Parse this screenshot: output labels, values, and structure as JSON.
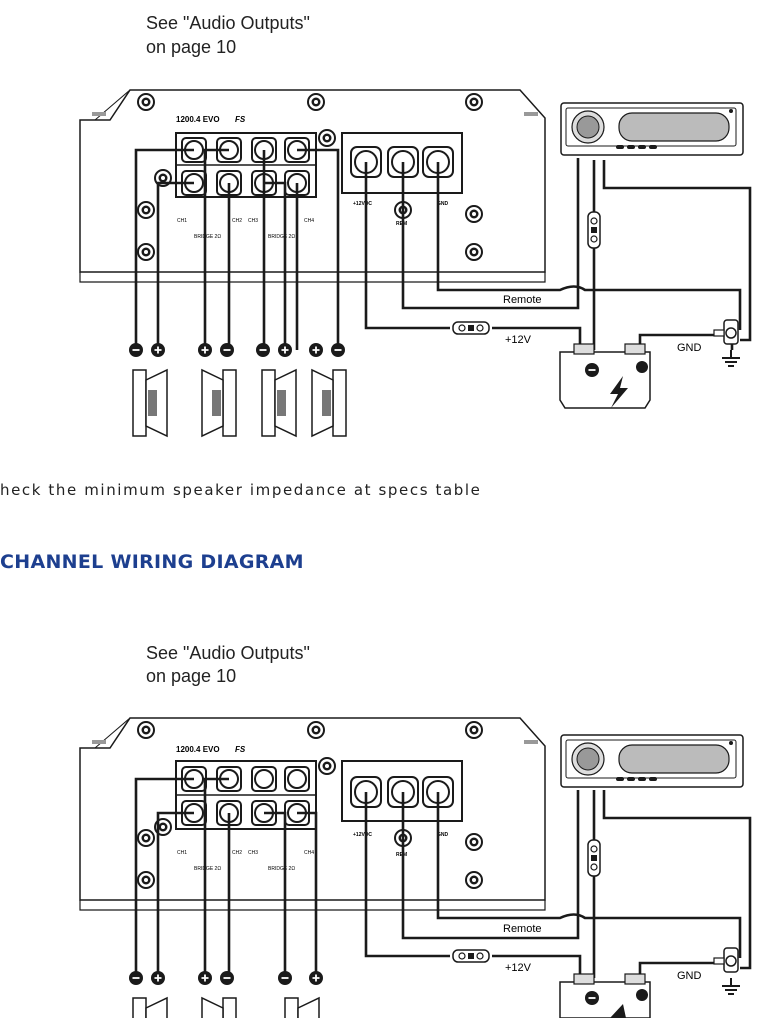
{
  "diagram1": {
    "see_note_line1": "See \"Audio Outputs\"",
    "see_note_line2": "on page 10",
    "model": "1200.4 EVO",
    "model_suffix": "FS",
    "remote_label": "Remote",
    "power_label": "+12V",
    "gnd_label": "GND",
    "terminal_12vdc": "+12VDC",
    "terminal_rem": "REM",
    "terminal_gnd": "GND",
    "channels": [
      "CH1",
      "CH2",
      "CH3",
      "CH4"
    ],
    "bridge_labels": [
      "BRIDGE 2Ω",
      "BRIDGE 2Ω"
    ],
    "polarity_marks": [
      "−",
      "+",
      "+",
      "−",
      "−",
      "+",
      "+",
      "−"
    ]
  },
  "impedance_note": "heck the minimum speaker impedance at specs table",
  "section_title": "CHANNEL WIRING DIAGRAM",
  "diagram2": {
    "see_note_line1": "See \"Audio Outputs\"",
    "see_note_line2": "on page 10",
    "model": "1200.4 EVO",
    "model_suffix": "FS",
    "remote_label": "Remote",
    "power_label": "+12V",
    "gnd_label": "GND",
    "terminal_12vdc": "+12VDC",
    "terminal_rem": "REM",
    "terminal_gnd": "GND",
    "channels": [
      "CH1",
      "CH2",
      "CH3",
      "CH4"
    ],
    "bridge_labels": [
      "BRIDGE 2Ω",
      "BRIDGE 2Ω"
    ],
    "polarity_marks": [
      "−",
      "+",
      "+",
      "−",
      "−",
      "+"
    ]
  },
  "colors": {
    "title_blue": "#1d3f8f",
    "wire": "#1a1a1a",
    "panel": "#ffffff"
  }
}
